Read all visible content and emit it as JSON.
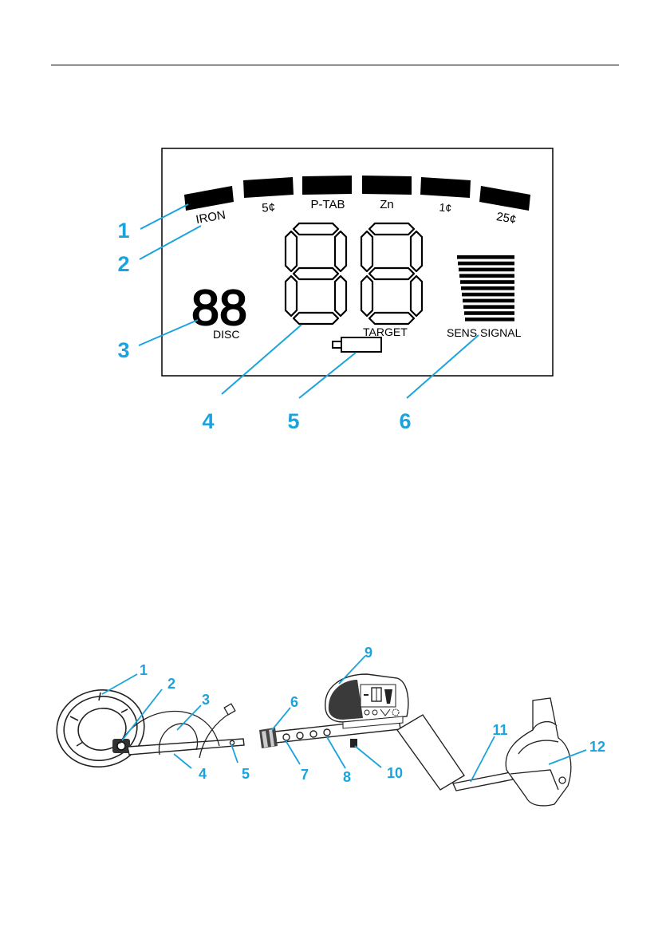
{
  "lcd": {
    "category_labels": [
      "IRON",
      "5¢",
      "P-TAB",
      "Zn",
      "1¢",
      "25¢"
    ],
    "disc_digits": "88",
    "disc_label": "DISC",
    "target_digits": "88",
    "target_label": "TARGET",
    "sens_signal_label": "SENS SIGNAL",
    "callouts": [
      "1",
      "2",
      "3",
      "4",
      "5",
      "6"
    ]
  },
  "detector": {
    "callouts": [
      "1",
      "2",
      "3",
      "4",
      "5",
      "6",
      "7",
      "8",
      "9",
      "10",
      "11",
      "12"
    ]
  },
  "colors": {
    "callout": "#1aa3dd",
    "ink": "#000000"
  }
}
